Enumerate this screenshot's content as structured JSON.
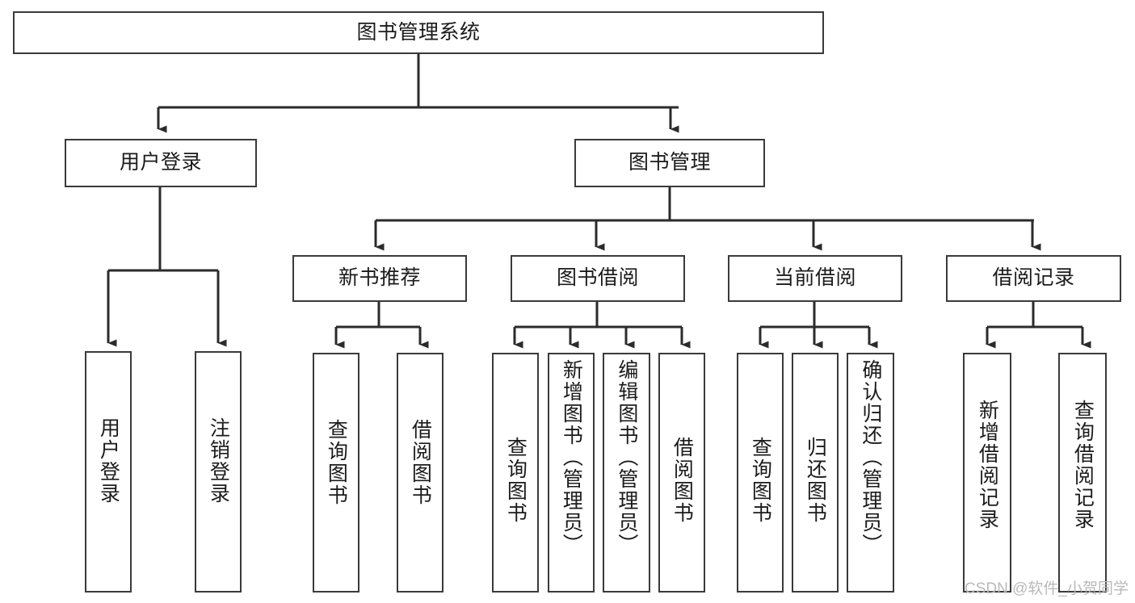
{
  "diagram": {
    "type": "tree-hierarchy",
    "title": "图书管理系统",
    "watermark": "CSDN @软件_小贺同学",
    "colors": {
      "box_border": "#3a3a3a",
      "box_fill": "#ffffff",
      "connector": "#2b2b2b",
      "text": "#1b1b1b",
      "watermark": "#b9b9b9",
      "background": "#ffffff"
    },
    "levels": {
      "level0": [
        {
          "id": "root",
          "label": "图书管理系统",
          "orientation": "horizontal"
        }
      ],
      "level1": [
        {
          "id": "login",
          "label": "用户登录",
          "orientation": "horizontal",
          "parent": "root"
        },
        {
          "id": "bookmgmt",
          "label": "图书管理",
          "orientation": "horizontal",
          "parent": "root"
        }
      ],
      "level2": [
        {
          "id": "newbook",
          "label": "新书推荐",
          "orientation": "horizontal",
          "parent": "bookmgmt"
        },
        {
          "id": "borrow",
          "label": "图书借阅",
          "orientation": "horizontal",
          "parent": "bookmgmt"
        },
        {
          "id": "current",
          "label": "当前借阅",
          "orientation": "horizontal",
          "parent": "bookmgmt"
        },
        {
          "id": "records",
          "label": "借阅记录",
          "orientation": "horizontal",
          "parent": "bookmgmt"
        }
      ],
      "leaves": [
        {
          "id": "leaf-user-login",
          "label": "用户登录",
          "orientation": "vertical",
          "parent": "login"
        },
        {
          "id": "leaf-user-logout",
          "label": "注销登录",
          "orientation": "vertical",
          "parent": "login"
        },
        {
          "id": "leaf-query-book-1",
          "label": "查询图书",
          "orientation": "vertical",
          "parent": "newbook"
        },
        {
          "id": "leaf-borrow-book-1",
          "label": "借阅图书",
          "orientation": "vertical",
          "parent": "newbook"
        },
        {
          "id": "leaf-query-book-2",
          "label": "查询图书",
          "orientation": "vertical",
          "parent": "borrow"
        },
        {
          "id": "leaf-add-book",
          "label": "新增图书（管理员）",
          "orientation": "vertical",
          "parent": "borrow"
        },
        {
          "id": "leaf-edit-book",
          "label": "编辑图书（管理员）",
          "orientation": "vertical",
          "parent": "borrow"
        },
        {
          "id": "leaf-borrow-book-2",
          "label": "借阅图书",
          "orientation": "vertical",
          "parent": "borrow"
        },
        {
          "id": "leaf-query-book-3",
          "label": "查询图书",
          "orientation": "vertical",
          "parent": "current"
        },
        {
          "id": "leaf-return-book",
          "label": "归还图书",
          "orientation": "vertical",
          "parent": "current"
        },
        {
          "id": "leaf-confirm-return",
          "label": "确认归还（管理员）",
          "orientation": "vertical",
          "parent": "current"
        },
        {
          "id": "leaf-add-record",
          "label": "新增借阅记录",
          "orientation": "vertical",
          "parent": "records"
        },
        {
          "id": "leaf-query-record",
          "label": "查询借阅记录",
          "orientation": "vertical",
          "parent": "records"
        }
      ]
    }
  }
}
